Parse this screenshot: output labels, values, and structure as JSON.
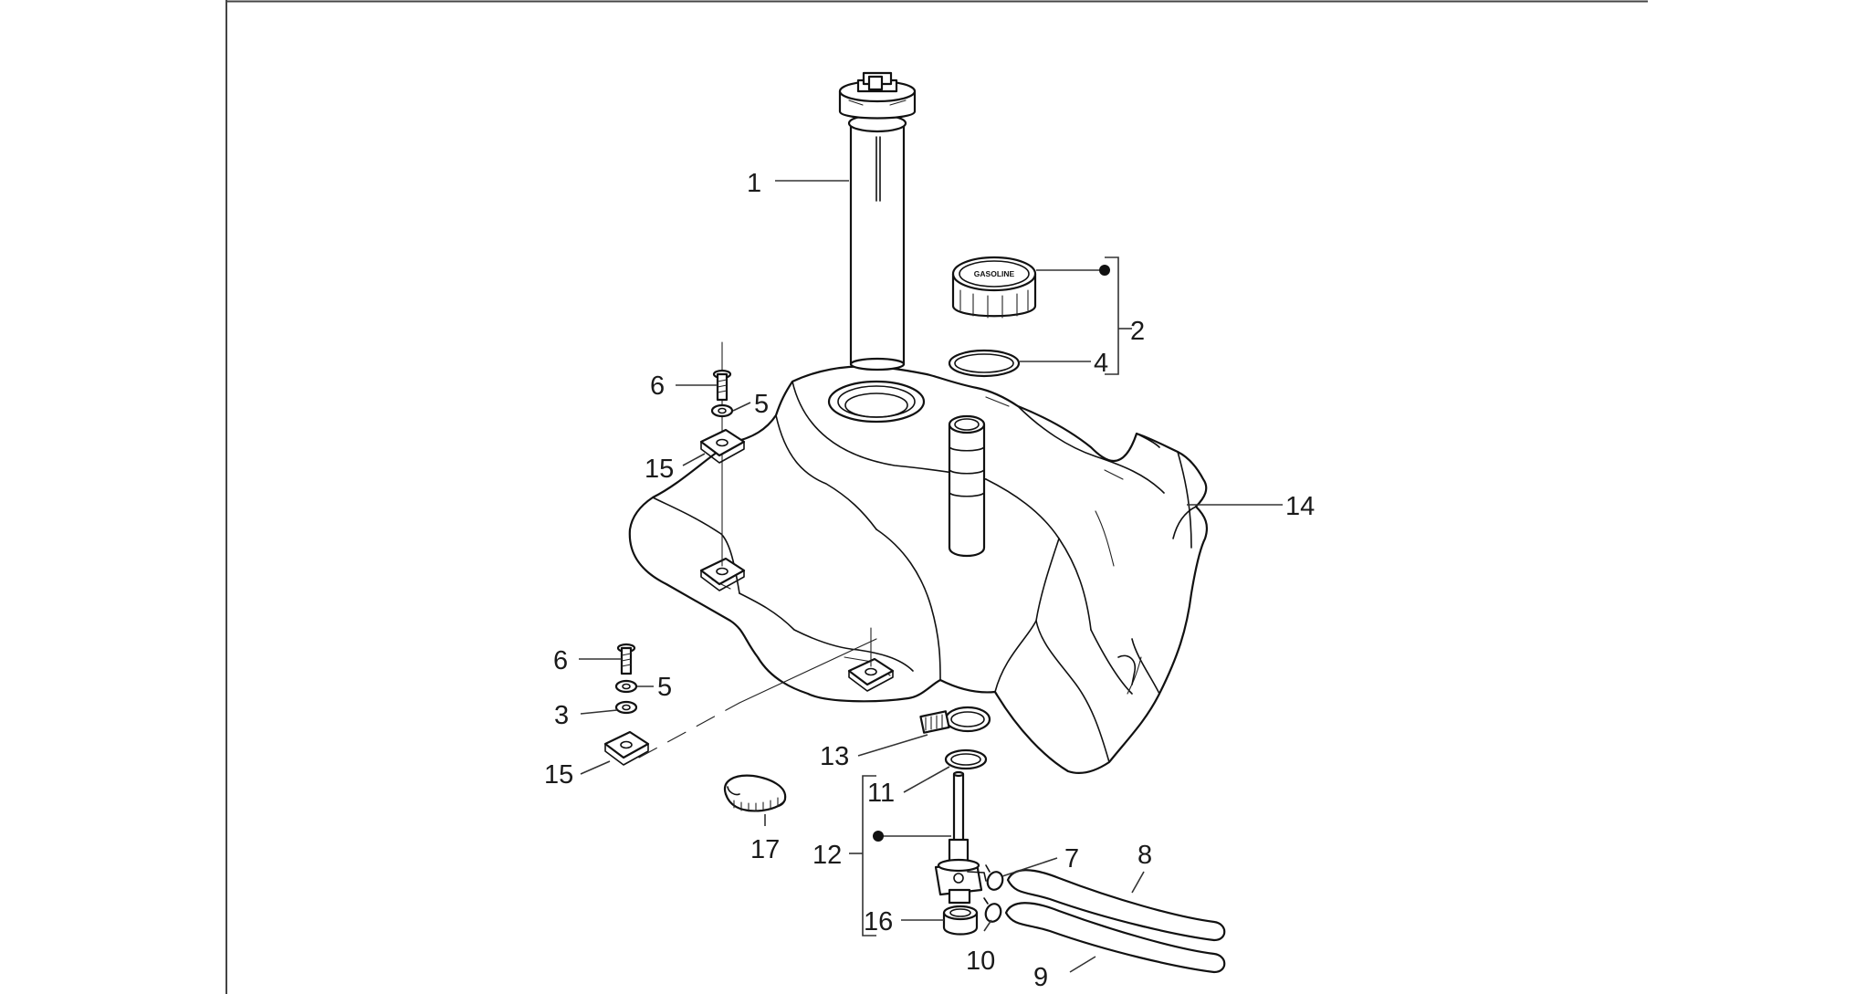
{
  "diagram": {
    "cap_text": "GASOLINE",
    "callouts": {
      "c1": "1",
      "c2": "2",
      "c3": "3",
      "c4": "4",
      "c5a": "5",
      "c5b": "5",
      "c6a": "6",
      "c6b": "6",
      "c7": "7",
      "c8": "8",
      "c9": "9",
      "c10": "10",
      "c11": "11",
      "c12": "12",
      "c13": "13",
      "c14": "14",
      "c15a": "15",
      "c15b": "15",
      "c16": "16",
      "c17": "17"
    }
  }
}
